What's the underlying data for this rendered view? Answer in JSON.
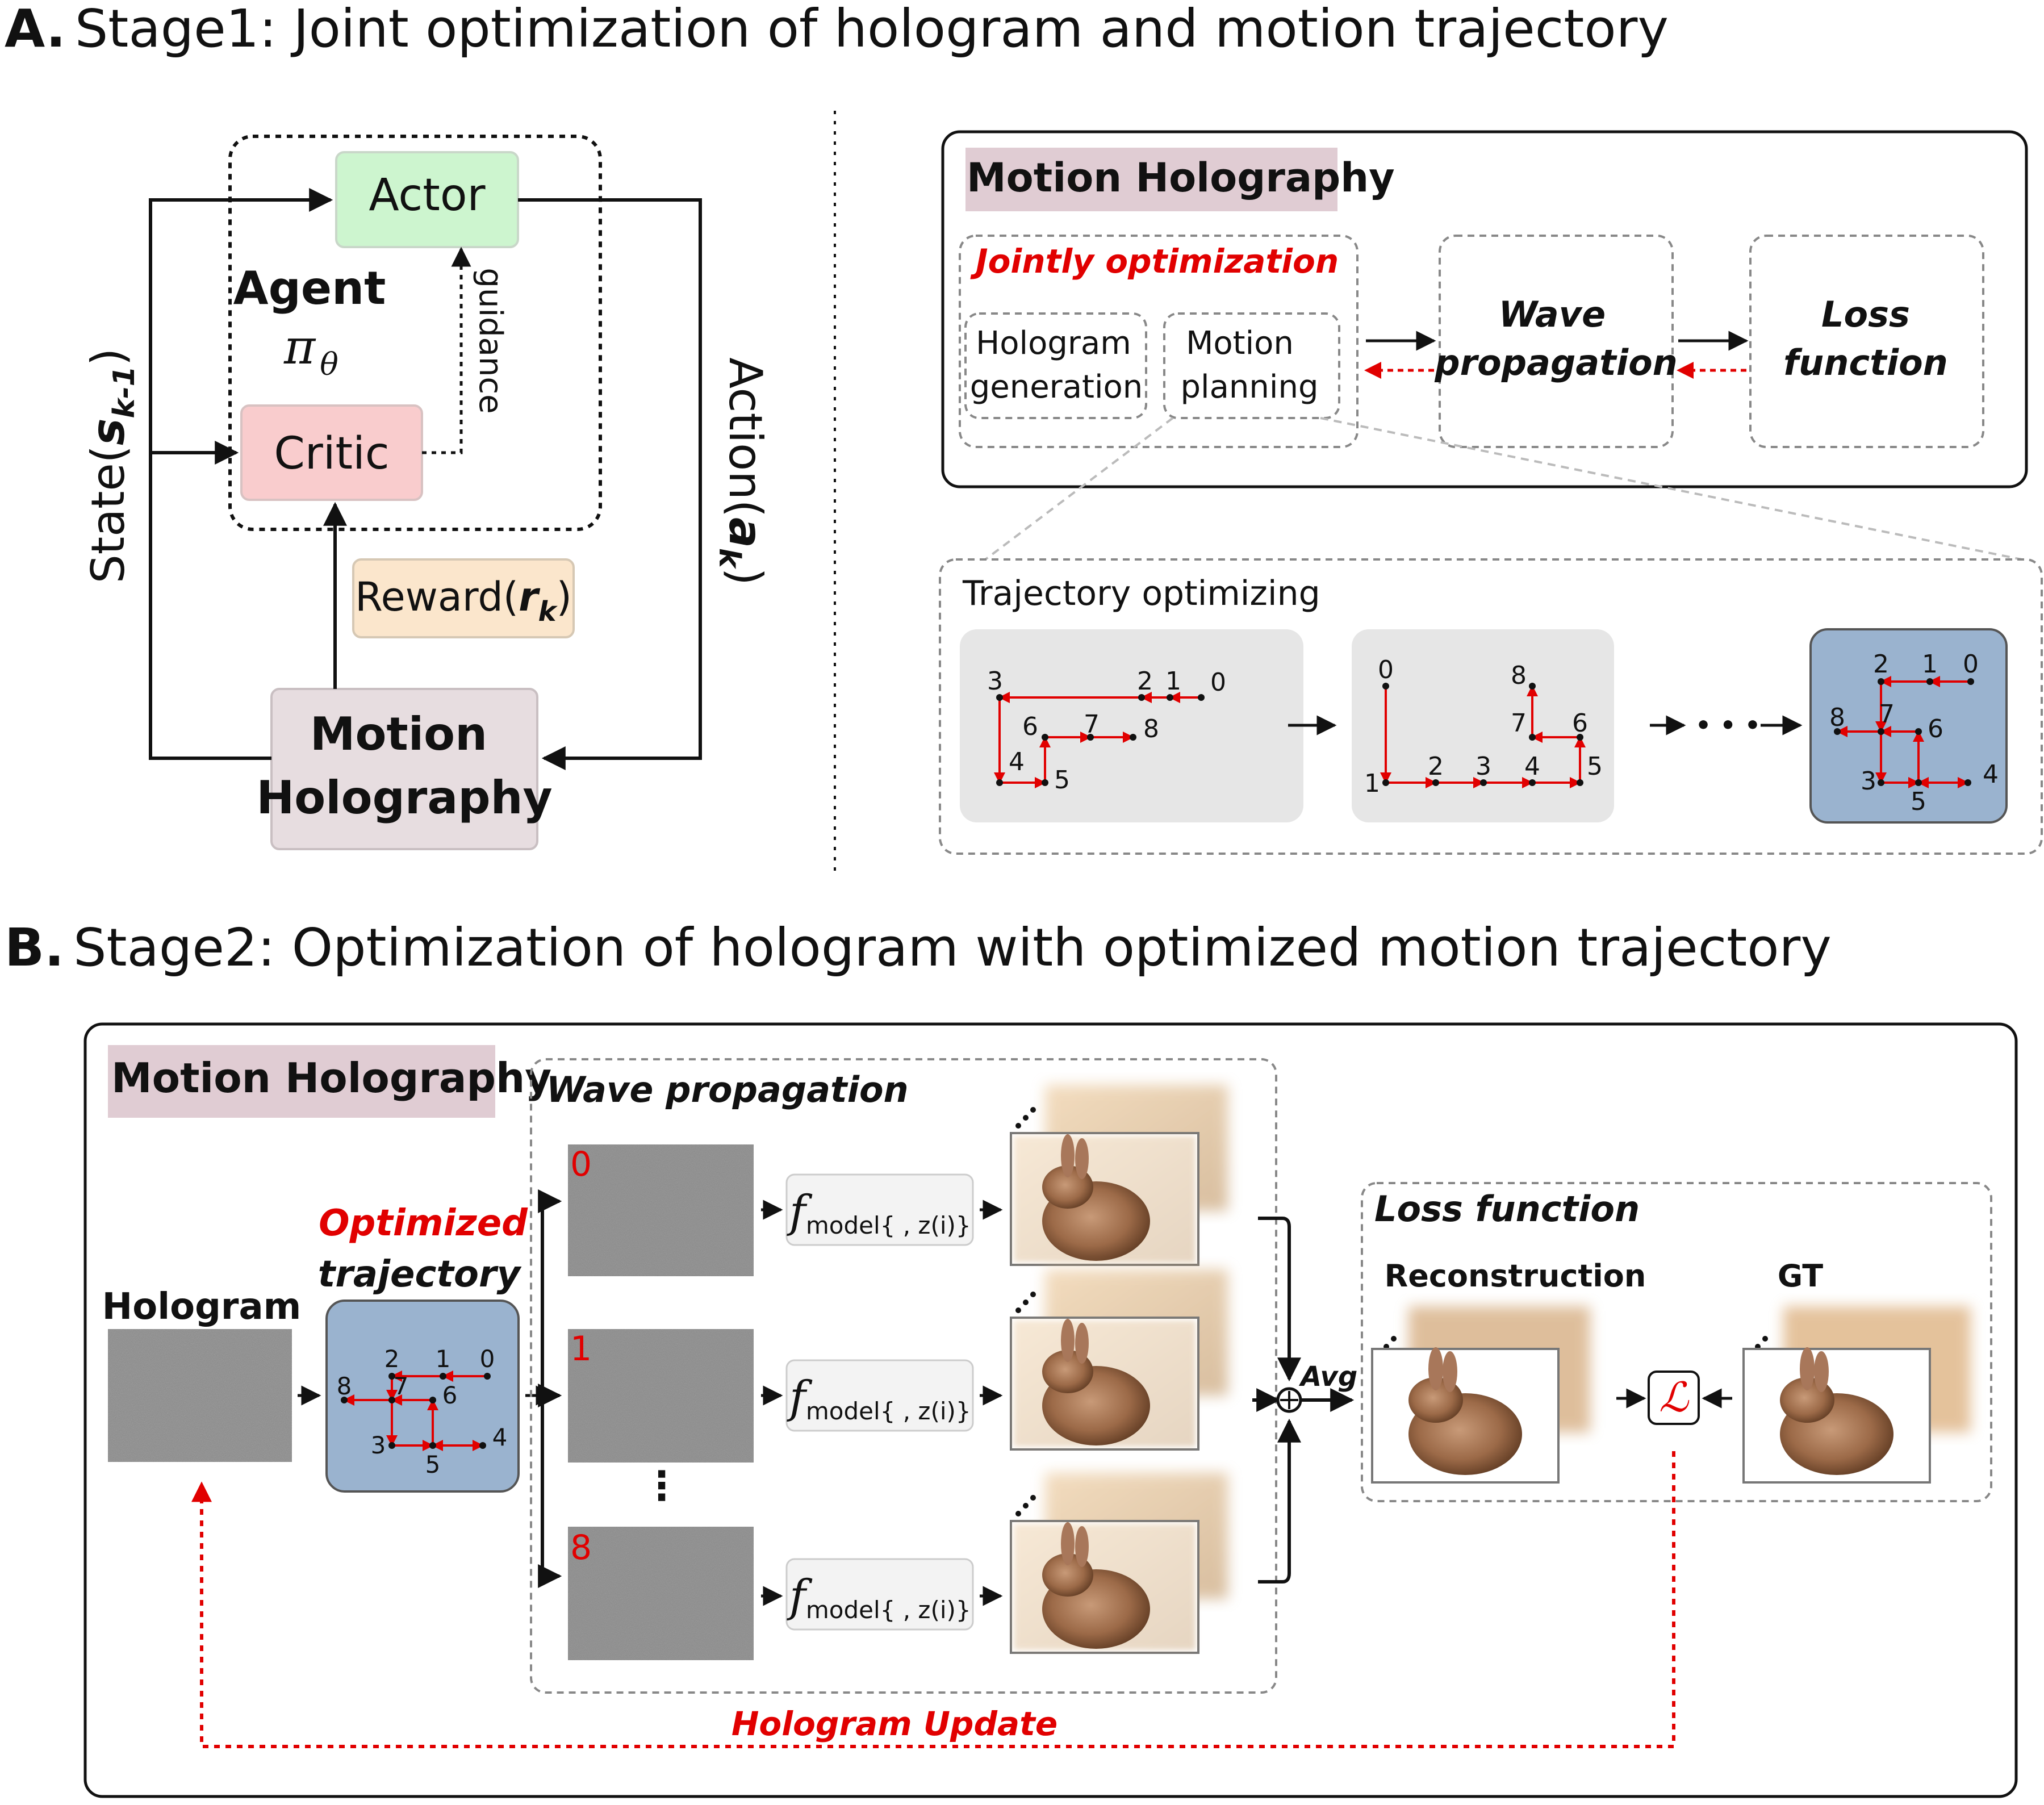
{
  "stageA": {
    "letter": "A.",
    "title": "Stage1: Joint optimization of hologram and motion trajectory",
    "actor": "Actor",
    "agent": "Agent",
    "policy": "π",
    "policy_sub": "θ",
    "critic": "Critic",
    "guidance": "guidance",
    "reward_text": "Reward(",
    "reward_var": "r",
    "reward_sub": "k",
    "reward_close": ")",
    "motion_holo_line1": "Motion",
    "motion_holo_line2": "Holography",
    "state_text": "State(",
    "state_var": "s",
    "state_sub": "k-1",
    "state_close": ")",
    "action_text": "Action(",
    "action_var": "a",
    "action_sub": "k",
    "action_close": ")",
    "panel_title": "Motion Holography",
    "jointly": "Jointly optimization",
    "hologram_gen_line1": "Hologram",
    "hologram_gen_line2": "generation",
    "motion_plan_line1": "Motion",
    "motion_plan_line2": "planning",
    "wave_line1": "Wave",
    "wave_line2": "propagation",
    "loss_line1": "Loss",
    "loss_line2": "function",
    "trajectory_title": "Trajectory optimizing",
    "ellipsis": "• • •",
    "traj1_labels": [
      "3",
      "2",
      "1",
      "0",
      "6",
      "7",
      "8",
      "4",
      "5"
    ],
    "traj2_labels": [
      "0",
      "8",
      "7",
      "6",
      "1",
      "2",
      "3",
      "4",
      "5"
    ],
    "traj3_labels": [
      "2",
      "1",
      "0",
      "8",
      "7",
      "6",
      "3",
      "5",
      "4"
    ]
  },
  "stageB": {
    "letter": "B.",
    "title": "Stage2: Optimization of hologram with optimized motion trajectory",
    "panel_title": "Motion Holography",
    "hologram": "Hologram",
    "optimized_line1": "Optimized",
    "optimized_line2": "trajectory",
    "traj_labels": [
      "2",
      "1",
      "0",
      "8",
      "7",
      "6",
      "3",
      "5",
      "4"
    ],
    "wave_title": "Wave propagation",
    "frame_labels": [
      "0",
      "1",
      "8"
    ],
    "vdots": "⋮",
    "fmodel_f": "f",
    "fmodel_sub": "model{ , z(i)}",
    "avg": "Avg",
    "loss_title": "Loss function",
    "reconstruction": "Reconstruction",
    "gt": "GT",
    "loss_symbol": "ℒ",
    "update": "Hologram Update"
  },
  "colors": {
    "actor_fill": "#cdf5cf",
    "critic_fill": "#f9cccd",
    "reward_fill": "#fbe6cc",
    "holo_fill": "#e7dde0",
    "title_band": "#e0ccd3",
    "traj_gray": "#e6e6e6",
    "traj_blue": "#9ab3cf",
    "accent_red": "#e10000",
    "noise_gray": "#8a8a8a"
  }
}
